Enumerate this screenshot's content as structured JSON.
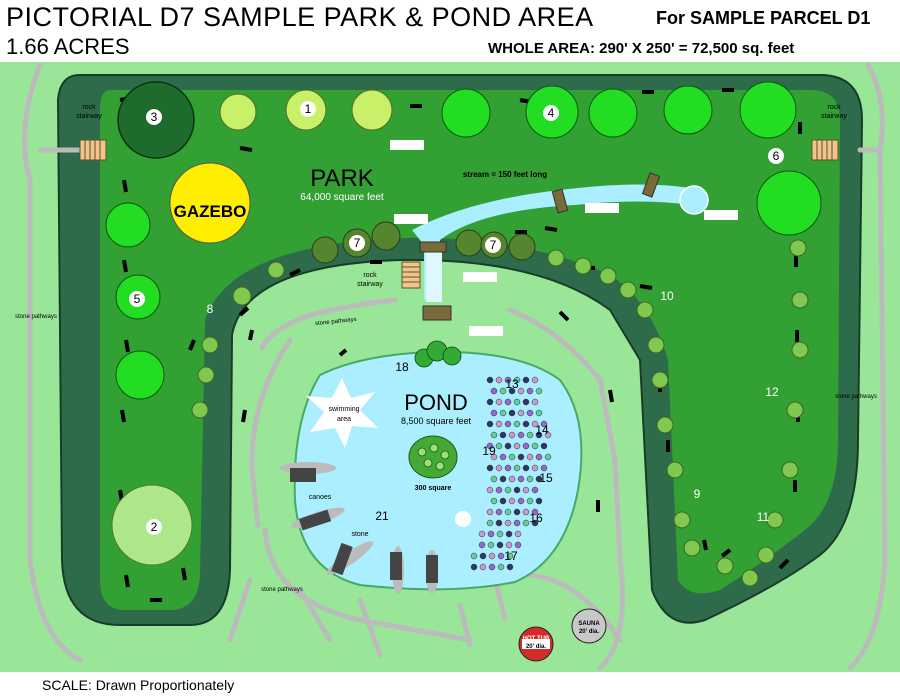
{
  "header": {
    "title": "PICTORIAL  D7   SAMPLE PARK & POND AREA",
    "parcel": "For SAMPLE PARCEL D1",
    "acres": "1.66 ACRES",
    "whole_area": "WHOLE AREA: 290' X 250' = 72,500 sq. feet"
  },
  "footer": {
    "scale": "SCALE: Drawn Proportionately"
  },
  "colors": {
    "lawn": "#99e699",
    "park": "#33a033",
    "path_border": "#2e6b4a",
    "water": "#aaeeff",
    "gazebo": "#ffee00",
    "pathway": "#bbbbbb"
  },
  "map": {
    "park": {
      "label": "PARK",
      "area": "64,000 square feet"
    },
    "pond": {
      "label": "POND",
      "area": "8,500 square feet"
    },
    "island": {
      "label": "300 square"
    },
    "gazebo": "GAZEBO",
    "stream": "stream = 150 feet long",
    "swimming": [
      "swimming",
      "area"
    ],
    "canoes": "canoes",
    "stone": "stone",
    "rock_stairway": [
      "rock",
      "stairway"
    ],
    "stone_pathways": "stone pathways",
    "hot_tub": {
      "name": "HOT TUB",
      "size": "20' dia."
    },
    "sauna": {
      "name": "SAUNA",
      "size": "20' dia."
    },
    "tree_numbers": [
      "1",
      "2",
      "3",
      "4",
      "5",
      "6",
      "7",
      "8",
      "9",
      "10",
      "11",
      "12",
      "13",
      "14",
      "15",
      "16",
      "17",
      "18",
      "19",
      "21"
    ]
  }
}
